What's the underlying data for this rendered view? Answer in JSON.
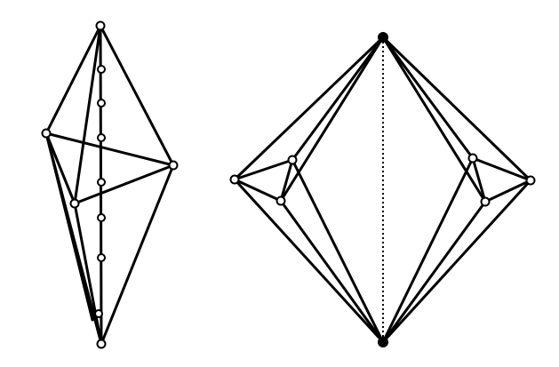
{
  "figure": {
    "panels": [
      {
        "name": "left-polyhedron-drawing",
        "style": "perspective sketch with open vertex markers"
      },
      {
        "name": "right-graph-drawing",
        "style": "planar layout with filled poles and dotted axis"
      }
    ],
    "colors": {
      "ink": "#000000",
      "background": "#ffffff"
    }
  }
}
